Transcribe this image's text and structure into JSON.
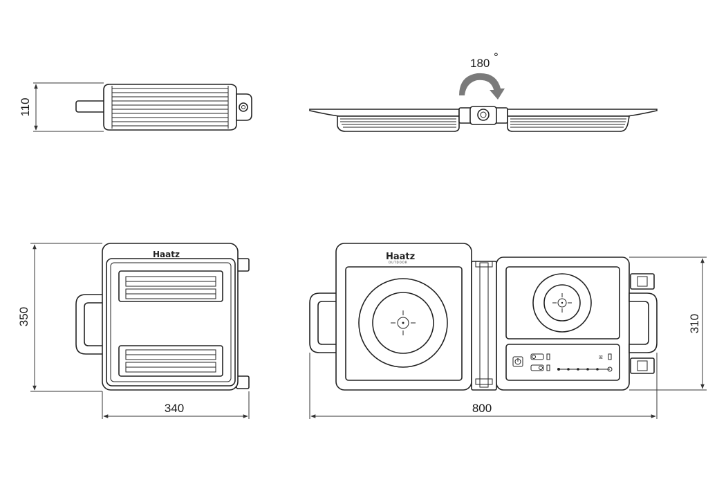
{
  "dimensions": {
    "side_height": "110",
    "rotation": "180",
    "rotation_unit": "°",
    "closed_height": "350",
    "closed_width": "340",
    "open_width": "800",
    "open_height": "310"
  },
  "brand": {
    "logo": "Haatz",
    "tagline": "OUTDOOR"
  },
  "colors": {
    "line": "#222222",
    "background": "#ffffff"
  }
}
